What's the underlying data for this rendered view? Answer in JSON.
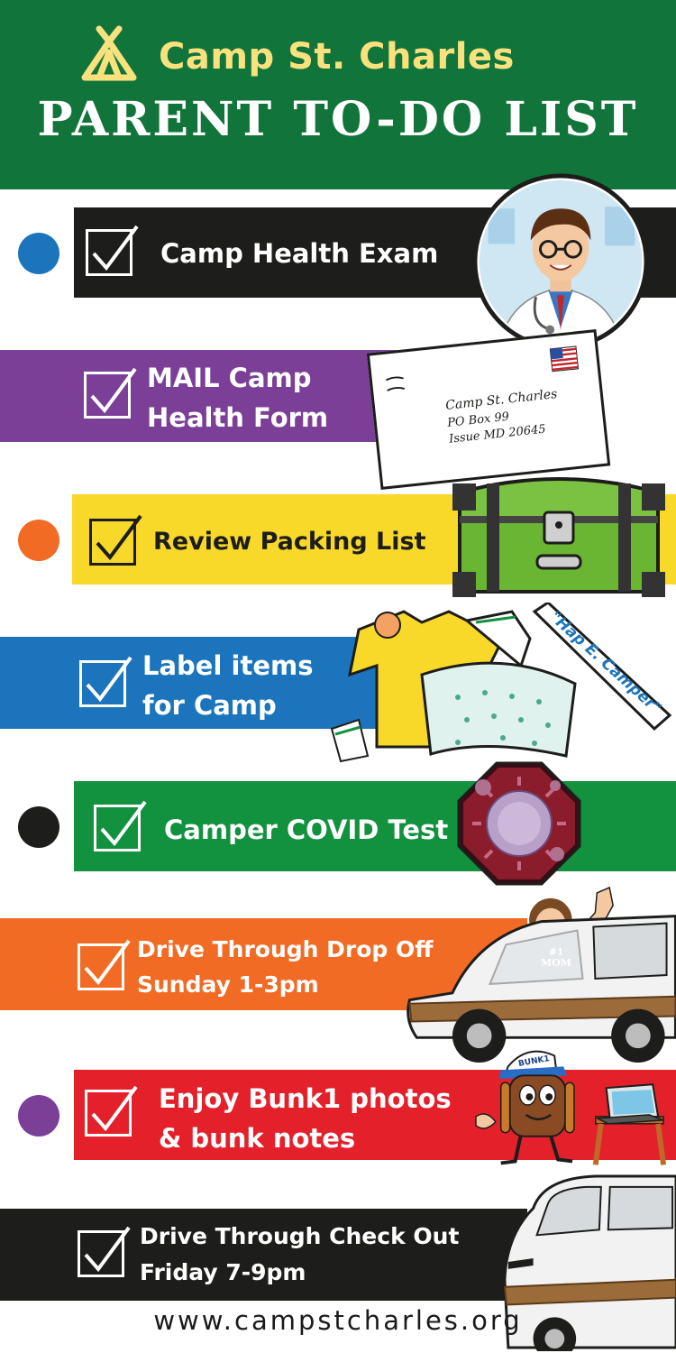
{
  "header": {
    "camp_name": "Camp St. Charles",
    "title": "PARENT TO-DO LIST",
    "background": "#11743a",
    "accent": "#f9e27e",
    "logo_icon": "tent-icon"
  },
  "items": [
    {
      "line1": "Camp Health Exam",
      "line2": "",
      "band_color": "#1d1d1b",
      "text_color": "#ffffff",
      "dot_color": "#1c75bc",
      "illustration": "doctor-avatar"
    },
    {
      "line1": "MAIL Camp",
      "line2": "Health Form",
      "band_color": "#7b3f98",
      "text_color": "#ffffff",
      "dot_color": "",
      "illustration": "envelope"
    },
    {
      "line1": "Review Packing List",
      "line2": "",
      "band_color": "#f8d92a",
      "text_color": "#1d1d1b",
      "dot_color": "#f26b24",
      "illustration": "trunk"
    },
    {
      "line1": "Label items",
      "line2": "for Camp",
      "band_color": "#1c75bc",
      "text_color": "#ffffff",
      "dot_color": "",
      "illustration": "labeled-clothes"
    },
    {
      "line1": "Camper COVID Test",
      "line2": "",
      "band_color": "#12913f",
      "text_color": "#ffffff",
      "dot_color": "#1d1d1b",
      "illustration": "virus"
    },
    {
      "line1": "Drive Through Drop Off",
      "line2": "Sunday 1-3pm",
      "band_color": "#f26b24",
      "text_color": "#ffffff",
      "dot_color": "",
      "illustration": "van-with-mom"
    },
    {
      "line1": "Enjoy Bunk1 photos",
      "line2": "& bunk notes",
      "band_color": "#e4202b",
      "text_color": "#ffffff",
      "dot_color": "#7b3f98",
      "illustration": "bunk1-mascot"
    },
    {
      "line1": "Drive Through Check Out",
      "line2": "Friday 7-9pm",
      "band_color": "#1d1d1b",
      "text_color": "#ffffff",
      "dot_color": "",
      "illustration": "van"
    }
  ],
  "envelope_text": {
    "line1": "Camp St. Charles",
    "line2": "PO Box 99",
    "line3": "Issue MD 20645"
  },
  "label_tag": "\"Hap E. Camper\"",
  "mom_shirt": "#1 MOM",
  "mascot_cap": "BUNK1",
  "footer": {
    "url": "www.campstcharles.org"
  }
}
